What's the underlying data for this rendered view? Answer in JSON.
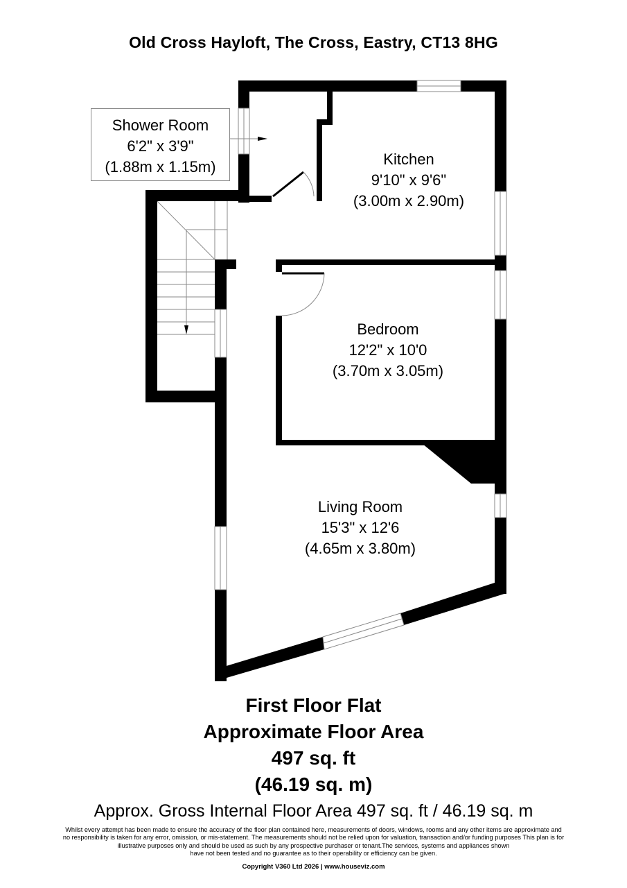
{
  "header": {
    "title": "Old Cross Hayloft, The Cross, Eastry, CT13 8HG"
  },
  "rooms": {
    "shower_room": {
      "name": "Shower Room",
      "imperial": "6'2\" x 3'9\"",
      "metric": "(1.88m x 1.15m)"
    },
    "kitchen": {
      "name": "Kitchen",
      "imperial": "9'10\" x 9'6\"",
      "metric": "(3.00m x 2.90m)"
    },
    "bedroom": {
      "name": "Bedroom",
      "imperial": "12'2\" x 10'0",
      "metric": "(3.70m x 3.05m)"
    },
    "living_room": {
      "name": "Living Room",
      "imperial": "15'3\" x 12'6",
      "metric": "(4.65m x 3.80m)"
    }
  },
  "summary": {
    "floor_name": "First Floor Flat",
    "area_label": "Approximate Floor Area",
    "area_sqft": "497 sq. ft",
    "area_sqm": "(46.19 sq. m)"
  },
  "gross_area": "Approx. Gross Internal Floor Area 497 sq. ft / 46.19 sq. m",
  "disclaimer": {
    "line1": "Whilst every attempt has been made to ensure the accuracy of the floor plan contained here, measurements of doors, windows, rooms and any other items are approximate and",
    "line2": "no responsibility is taken for any error, omission, or mis-statement.  The measurements should not be relied upon for valuation, transaction and/or funding purposes This plan is for",
    "line3": "illustrative purposes only and should be used as such by any prospective purchaser or tenant.The services, systems and appliances shown",
    "line4": "have not been tested and no guarantee as to their operability or efficiency can be given."
  },
  "copyright": "Copyright V360 Ltd 2026 | www.houseviz.com",
  "colors": {
    "wall": "#000000",
    "window_line": "#8a8a8a",
    "background": "#ffffff"
  }
}
